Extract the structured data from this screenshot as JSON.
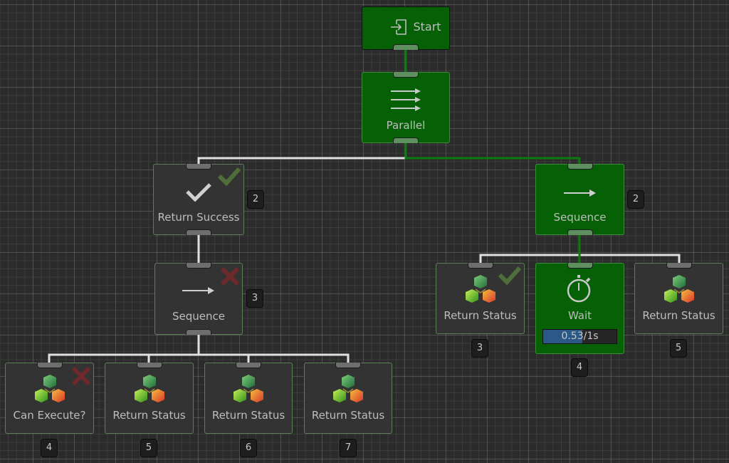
{
  "graph": {
    "colors": {
      "active_node": "#066106",
      "inactive_node": "#333333",
      "active_edge": "#0d7a0d",
      "inactive_edge": "#e0e0e0",
      "success_mark": "#4e6e3a",
      "failure_mark": "#6e2a2a",
      "progress_fill": "#2b5987"
    },
    "nodes": {
      "start": {
        "label": "Start",
        "icon": "enter-icon",
        "state": "active"
      },
      "parallel": {
        "label": "Parallel",
        "icon": "parallel-arrows-icon",
        "state": "active"
      },
      "return_success": {
        "label": "Return Success",
        "icon": "checkmark-icon",
        "badge": "2",
        "result": "success"
      },
      "sequence_left": {
        "label": "Sequence",
        "icon": "arrow-right-icon",
        "badge": "3",
        "result": "failure"
      },
      "can_execute": {
        "label": "Can Execute?",
        "icon": "cubes-icon",
        "badge": "4",
        "result": "failure"
      },
      "return_status_5": {
        "label": "Return Status",
        "icon": "cubes-icon",
        "badge": "5"
      },
      "return_status_6": {
        "label": "Return Status",
        "icon": "cubes-icon",
        "badge": "6"
      },
      "return_status_7": {
        "label": "Return Status",
        "icon": "cubes-icon",
        "badge": "7"
      },
      "sequence_right": {
        "label": "Sequence",
        "icon": "arrow-right-icon",
        "badge": "2",
        "state": "active"
      },
      "return_status_r3": {
        "label": "Return Status",
        "icon": "cubes-icon",
        "badge": "3",
        "result": "success"
      },
      "wait": {
        "label": "Wait",
        "icon": "stopwatch-icon",
        "badge": "4",
        "state": "active",
        "progress_text": "0.53/1s",
        "progress_fraction": 0.53
      },
      "return_status_r5": {
        "label": "Return Status",
        "icon": "cubes-icon",
        "badge": "5"
      }
    }
  }
}
